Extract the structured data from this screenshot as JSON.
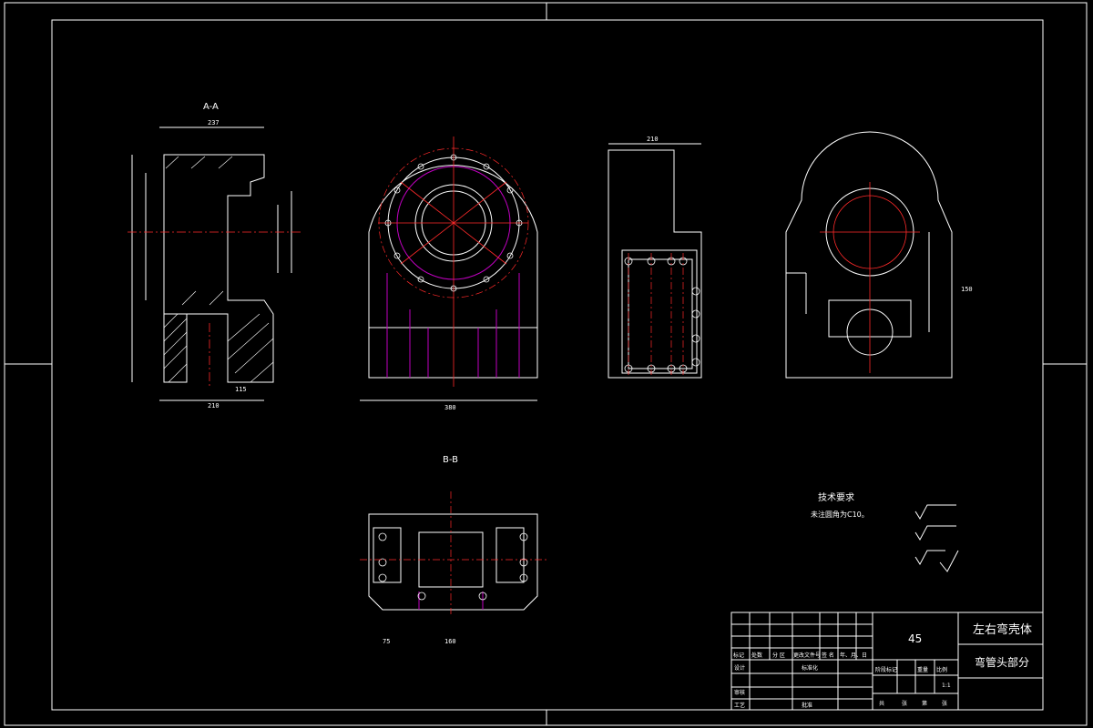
{
  "views": {
    "section_aa": "A-A",
    "section_bb": "B-B"
  },
  "tech": {
    "heading": "技术要求",
    "line1": "未注圆角为C10。"
  },
  "title_block": {
    "material": "45",
    "name_line1": "左右弯壳体",
    "name_line2": "弯管头部分",
    "scale": "1:1",
    "row_labels": [
      "标记",
      "处数",
      "分 区",
      "更改文件号",
      "签 名",
      "年、月、日"
    ],
    "design": "设计",
    "standard": "标准化",
    "check": "审核",
    "process": "工艺",
    "approve": "批准",
    "stage_labels": [
      "阶段标记",
      "重量",
      "比例"
    ],
    "sheets": [
      "共",
      "张",
      "第",
      "张"
    ]
  },
  "dims": {
    "aa_top": "237",
    "aa_bottom": "210",
    "aa_base": "115",
    "front_width": "380",
    "side_top": "210",
    "side_h": "150",
    "bb_center": "160",
    "bb_side": "75"
  },
  "colors": {
    "line": "#ffffff",
    "center": "#ff2a2a",
    "aux": "#c000c0",
    "bg": "#000000"
  }
}
